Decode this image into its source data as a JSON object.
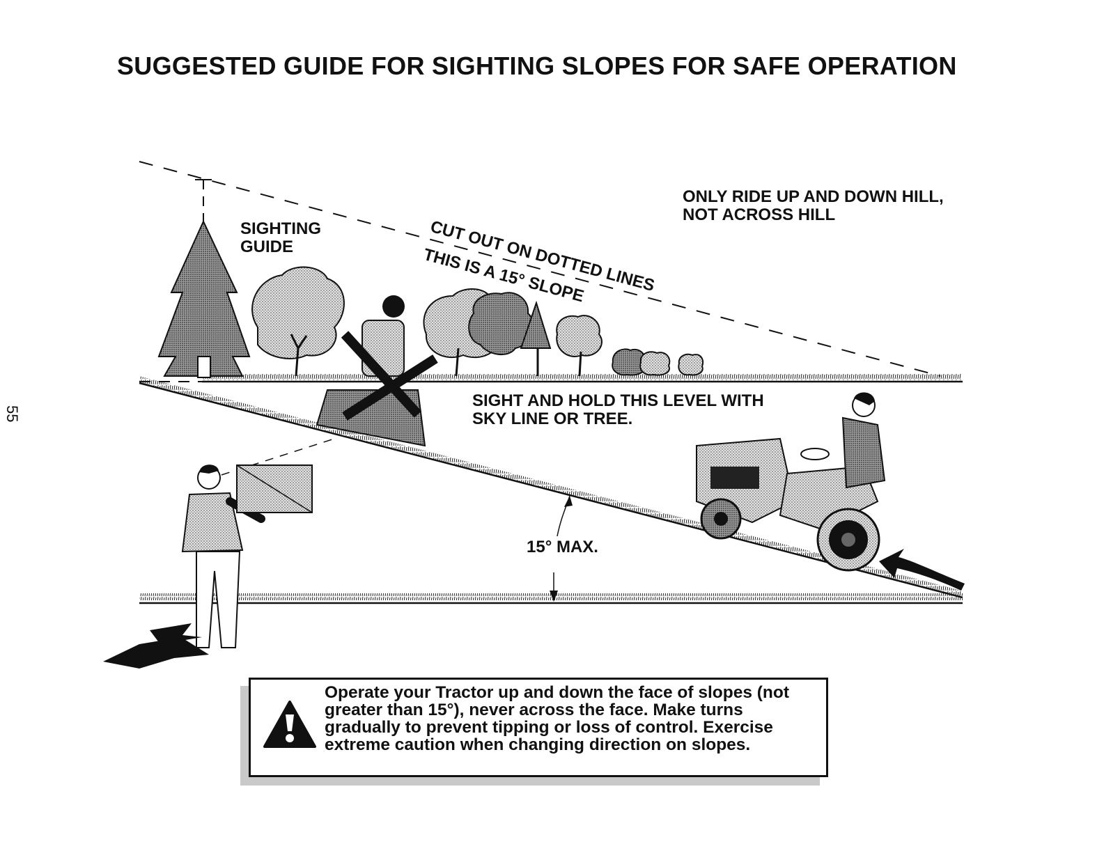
{
  "page": {
    "title": "SUGGESTED GUIDE FOR SIGHTING SLOPES FOR SAFE OPERATION",
    "page_number": "55"
  },
  "labels": {
    "ride_line1": "ONLY RIDE UP AND DOWN HILL,",
    "ride_line2": "NOT ACROSS HILL",
    "sighting_line1": "SIGHTING",
    "sighting_line2": "GUIDE",
    "cut_out": "CUT OUT ON DOTTED LINES",
    "slope": "THIS IS A 15° SLOPE",
    "hold_line1": "SIGHT AND HOLD THIS LEVEL WITH",
    "hold_line2": "SKY LINE OR TREE.",
    "max": "15° MAX."
  },
  "warning": {
    "icon": "warning-triangle-icon",
    "text": "Operate your Tractor up and down the face of slopes (not greater than 15°), never across the face. Make turns gradually to prevent tipping or loss of control. Exercise extreme caution when changing direction on slopes."
  }
}
